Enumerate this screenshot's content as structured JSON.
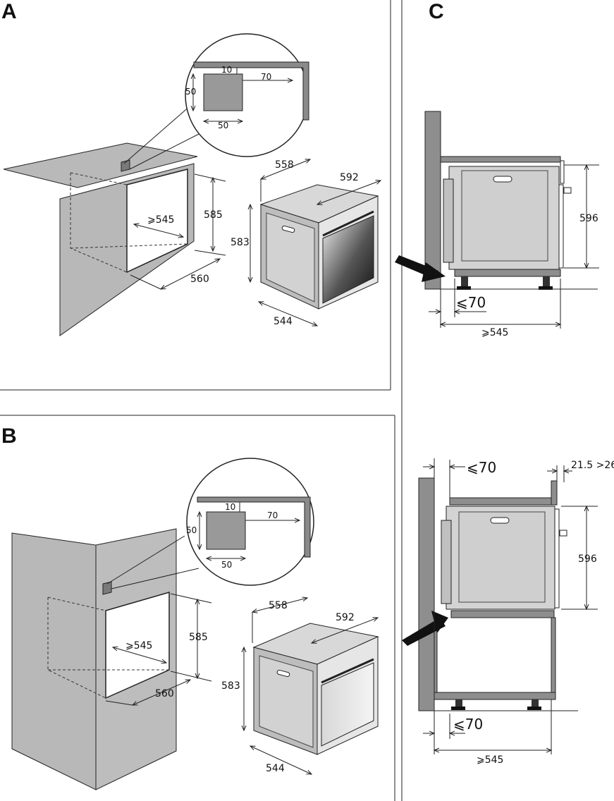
{
  "panels": {
    "a": {
      "letter": "A"
    },
    "b": {
      "letter": "B"
    },
    "c": {
      "letter": "C"
    }
  },
  "detail_callout": {
    "gap_top": "10",
    "gap_side": "70",
    "vent_height": "50",
    "vent_width": "50"
  },
  "cabinet": {
    "depth_min": "⩾545",
    "height": "585",
    "width": "560"
  },
  "oven": {
    "depth_top": "558",
    "width_top": "592",
    "height": "583",
    "depth_bottom": "544"
  },
  "side_views": {
    "height": "596",
    "rear_gap_max": "⩽70",
    "depth_min": "⩾545",
    "front_offset": "21.5 >26"
  },
  "colors": {
    "panel_fill": "#b8b8b8",
    "panel_dark": "#8e8e8e",
    "oven_body": "#c9c9c9",
    "outline": "#222222"
  }
}
